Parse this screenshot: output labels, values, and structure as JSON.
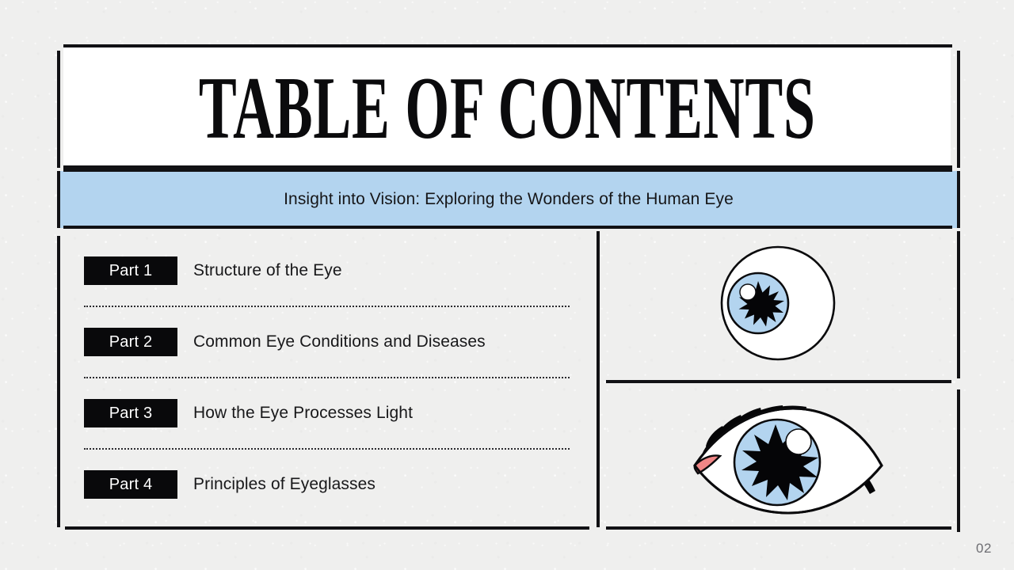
{
  "slide": {
    "title": "TABLE OF CONTENTS",
    "subtitle": "Insight into Vision: Exploring the Wonders of the Human Eye",
    "page_number": "02",
    "background_color": "#efefee",
    "accent_color": "#b3d4ef",
    "ink_color": "#111114",
    "panel_color": "#ffffff"
  },
  "toc": {
    "items": [
      {
        "badge": "Part 1",
        "label": "Structure of the Eye"
      },
      {
        "badge": "Part 2",
        "label": "Common Eye Conditions and Diseases"
      },
      {
        "badge": "Part 3",
        "label": "How the Eye Processes Light"
      },
      {
        "badge": "Part 4",
        "label": "Principles of Eyeglasses"
      }
    ]
  },
  "illustrations": {
    "eyeball": {
      "name": "eyeball-illustration",
      "sclera_color": "#ffffff",
      "iris_color": "#b3d4ef",
      "pupil_color": "#050507",
      "highlight_color": "#ffffff",
      "outline_color": "#0a0a0c"
    },
    "eye": {
      "name": "eye-illustration",
      "sclera_color": "#ffffff",
      "iris_color": "#b3d4ef",
      "pupil_color": "#050507",
      "highlight_color": "#ffffff",
      "lash_color": "#050507",
      "caruncle_color": "#f08686",
      "outline_color": "#0a0a0c"
    }
  }
}
